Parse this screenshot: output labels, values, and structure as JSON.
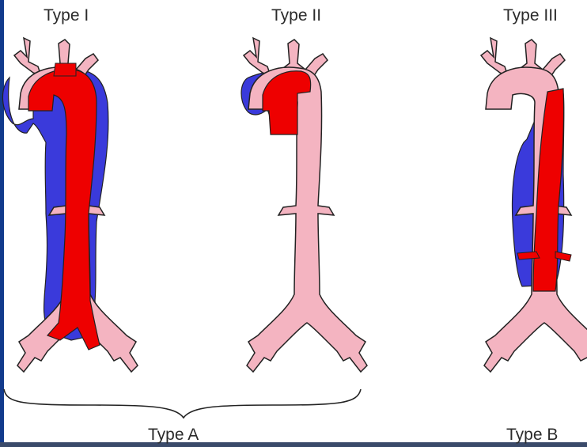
{
  "labels": {
    "type_1": "Type I",
    "type_2": "Type II",
    "type_3": "Type III",
    "type_a": "Type A",
    "type_b": "Type B"
  },
  "colors": {
    "aorta": "#f4b4c1",
    "true_lumen_flap": "#ee0000",
    "false_lumen": "#3a3adb",
    "outline": "#222222",
    "frame": "#123a8c"
  }
}
